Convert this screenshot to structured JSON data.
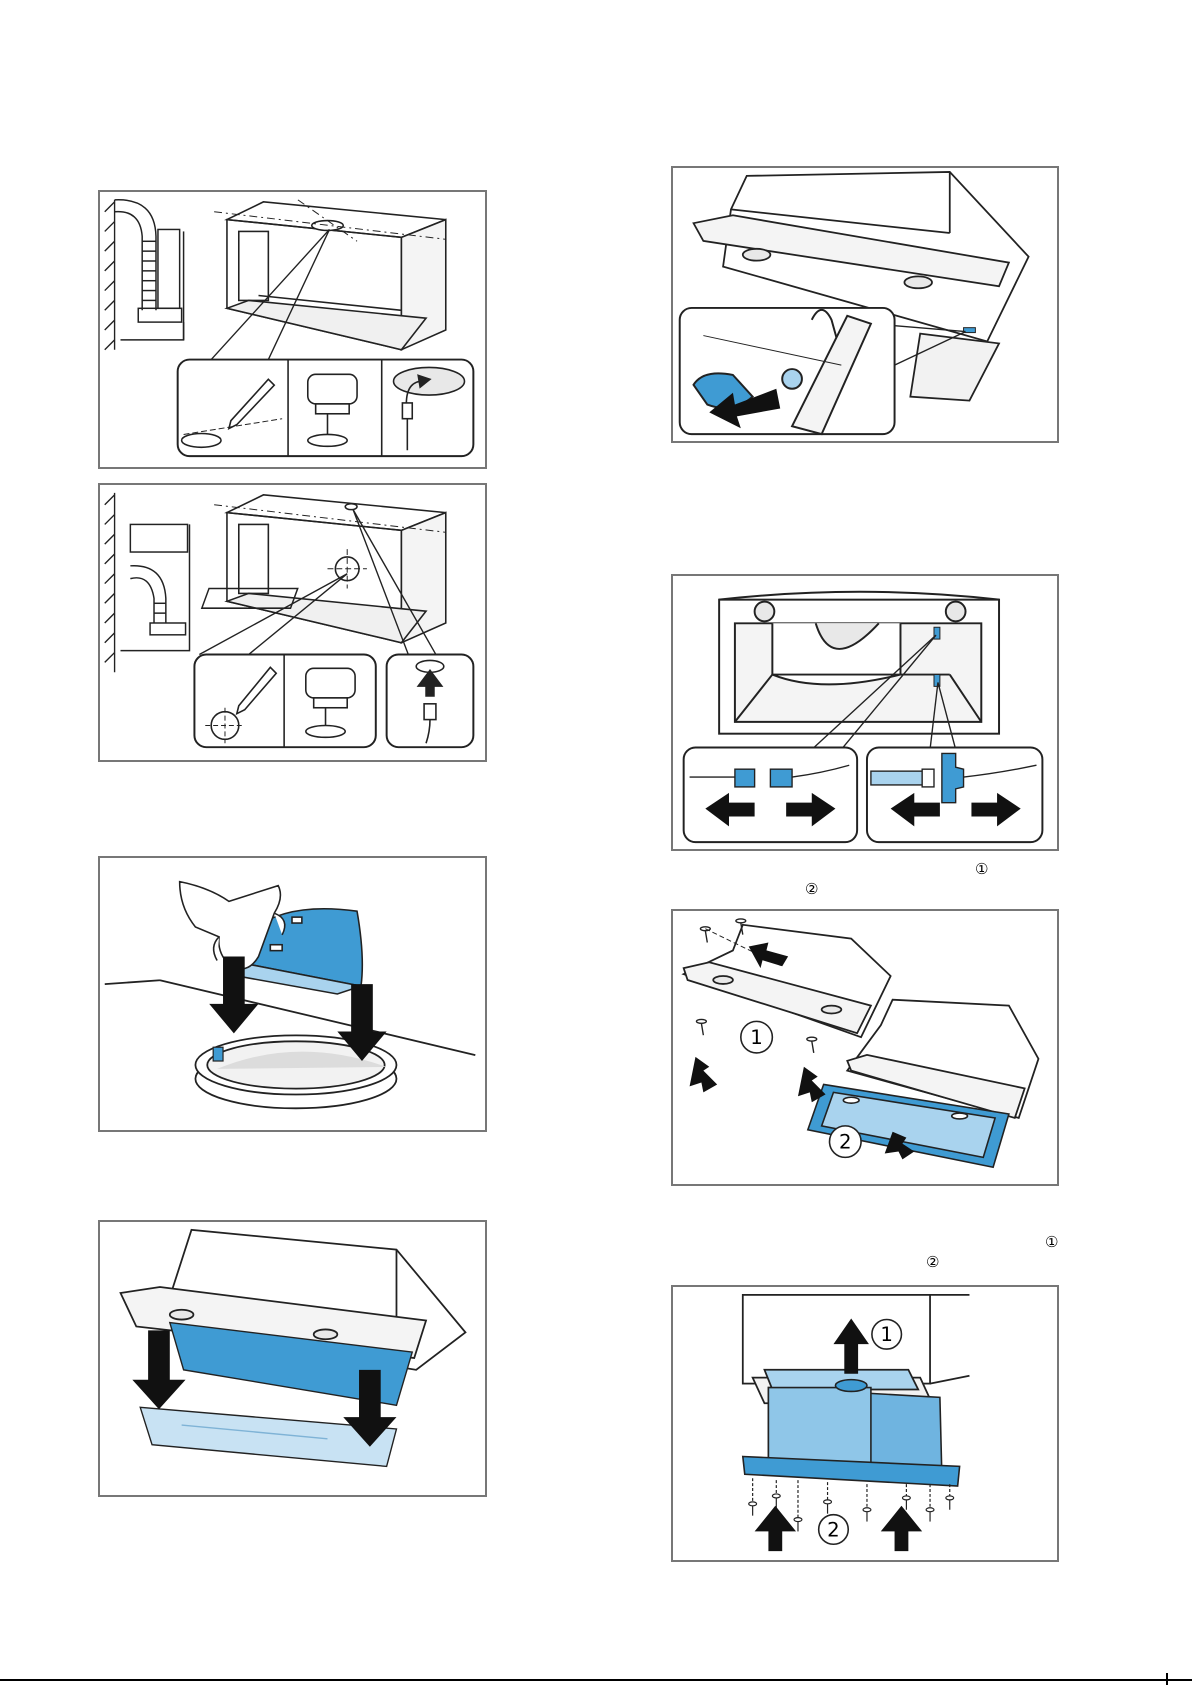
{
  "markers": {
    "step_a_one": "①",
    "step_a_two": "②",
    "step_b_one": "①",
    "step_b_two": "②"
  },
  "callouts": {
    "fig_r3_one": "1",
    "fig_r3_two": "2",
    "fig_r4_one": "1",
    "fig_r4_two": "2"
  },
  "colors": {
    "accent_blue": "#3f9bd3",
    "light_blue": "#a9d3ee",
    "frame_grey": "#777777",
    "line": "#111111"
  },
  "icons": [
    "pencil-icon",
    "jigsaw-icon",
    "power-plug-icon",
    "arrow-left-icon",
    "arrow-right-icon",
    "arrow-down-icon",
    "arrow-up-icon",
    "screw-icon",
    "hand-icon"
  ]
}
